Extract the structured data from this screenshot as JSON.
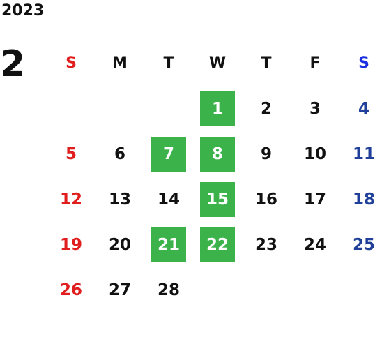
{
  "calendar": {
    "year": "2023",
    "month": "2",
    "weekdays": [
      "S",
      "M",
      "T",
      "W",
      "T",
      "F",
      "S"
    ],
    "leading_blanks": 3,
    "days": [
      "1",
      "2",
      "3",
      "4",
      "5",
      "6",
      "7",
      "8",
      "9",
      "10",
      "11",
      "12",
      "13",
      "14",
      "15",
      "16",
      "17",
      "18",
      "19",
      "20",
      "21",
      "22",
      "23",
      "24",
      "25",
      "26",
      "27",
      "28"
    ],
    "highlighted_days": [
      "1",
      "7",
      "8",
      "15",
      "21",
      "22"
    ],
    "colors": {
      "sunday": "#e01e1e",
      "saturday": "#1f3f99",
      "highlight": "#3bb34a",
      "default": "#111111"
    }
  }
}
